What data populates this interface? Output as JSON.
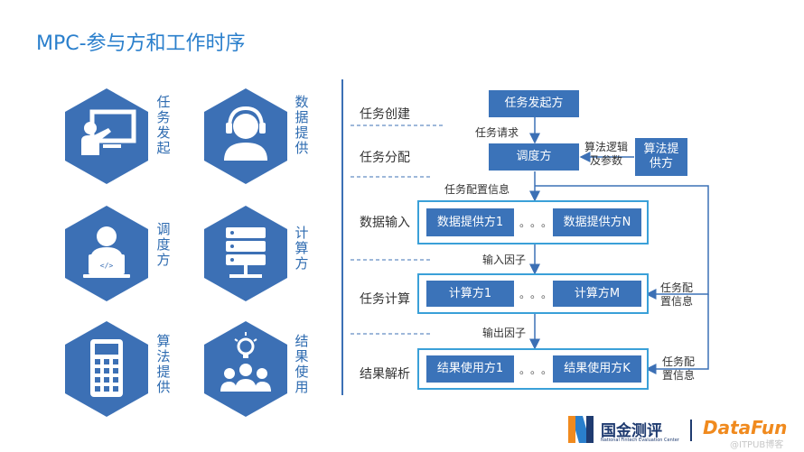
{
  "title": "MPC-参与方和工作时序",
  "roles": [
    {
      "label": "任务发起",
      "icon": "presentation-board-icon"
    },
    {
      "label": "数据提供",
      "icon": "headset-user-icon"
    },
    {
      "label": "调度方",
      "icon": "laptop-coder-icon"
    },
    {
      "label": "计算方",
      "icon": "server-rack-icon"
    },
    {
      "label": "算法提供",
      "icon": "calculator-icon"
    },
    {
      "label": "结果使用",
      "icon": "lightbulb-team-icon"
    }
  ],
  "stages": [
    "任务创建",
    "任务分配",
    "数据输入",
    "任务计算",
    "结果解析"
  ],
  "boxes": {
    "initiator": "任务发起方",
    "scheduler": "调度方",
    "algorithm_provider": "算法提供方",
    "data_provider_1": "数据提供方1",
    "data_provider_n": "数据提供方N",
    "compute_1": "计算方1",
    "compute_m": "计算方M",
    "result_user_1": "结果使用方1",
    "result_user_k": "结果使用方K"
  },
  "edge_labels": {
    "task_request": "任务请求",
    "algorithm_logic": "算法逻辑及参数",
    "task_config": "任务配置信息",
    "input_factor": "输入因子",
    "output_factor": "输出因子",
    "config_info_1": "任务配置信息",
    "config_info_2": "任务配置信息"
  },
  "ellipsis": "。。。",
  "logos": {
    "company": "国金测评",
    "company_sub": "National Fintech Evaluation Center",
    "partner": "DataFun",
    "watermark": "@ITPUB博客"
  },
  "colors": {
    "accent": "#2a7fcc",
    "hexagon": "#3c70b5",
    "box": "#3b73b9",
    "frame": "#3aa0d8"
  }
}
